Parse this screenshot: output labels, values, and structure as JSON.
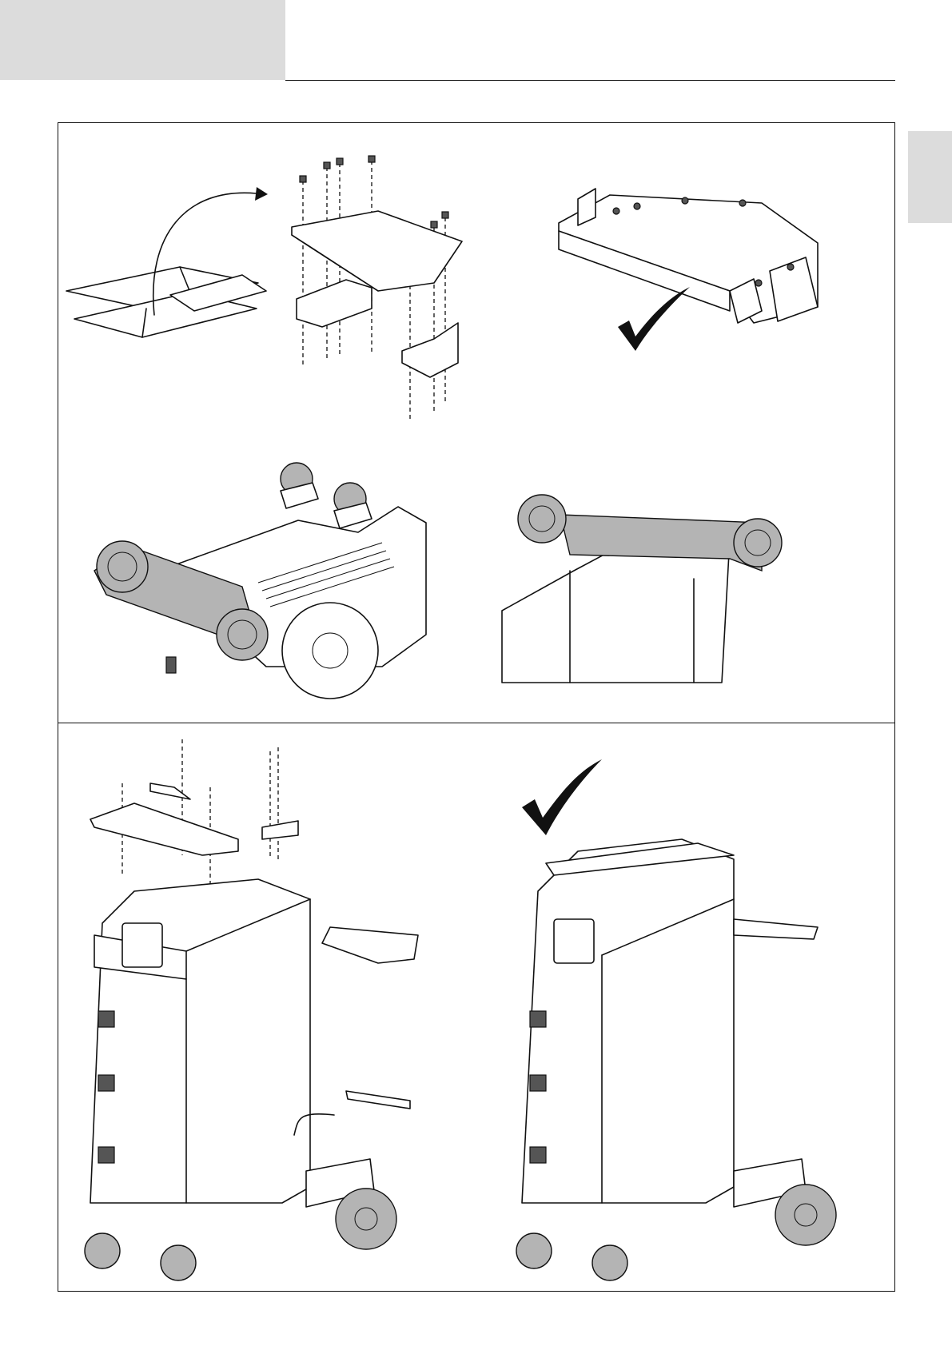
{
  "page": {
    "header_tab": "",
    "side_tab": ""
  },
  "figures": {
    "top_panel": {
      "steps": [
        "unpack-box-step",
        "assemble-plate-step",
        "plate-assembled-step",
        "mount-castors-step",
        "wheel-axle-mounted-step"
      ]
    },
    "bottom_panel": {
      "steps": [
        "mount-handle-and-holders-step",
        "trolley-assembled-step"
      ]
    }
  },
  "colors": {
    "line": "#111111",
    "tab_grey": "#dcdcdc",
    "part_grey": "#b4b4b4"
  },
  "icons": [
    "check-mark-icon",
    "curved-arrow-icon",
    "screw-icon"
  ]
}
